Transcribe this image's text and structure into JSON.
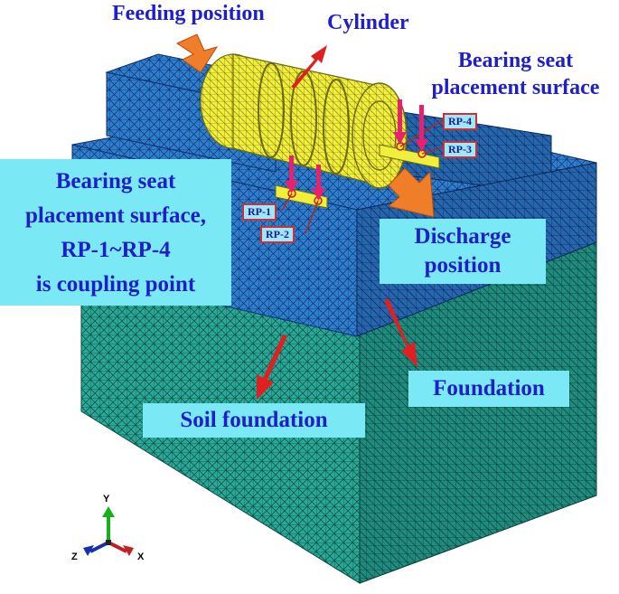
{
  "labels": {
    "feeding_position": "Feeding position",
    "cylinder": "Cylinder",
    "bearing_seat_right_line1": "Bearing seat",
    "bearing_seat_right_line2": "placement surface",
    "bearing_seat_left_line1": "Bearing seat",
    "bearing_seat_left_line2": "placement surface,",
    "bearing_seat_left_line3": "RP-1~RP-4",
    "bearing_seat_left_line4": "is coupling point",
    "discharge_line1": "Discharge",
    "discharge_line2": "position",
    "foundation": "Foundation",
    "soil_foundation": "Soil foundation"
  },
  "reference_points": {
    "rp1": "RP-1",
    "rp2": "RP-2",
    "rp3": "RP-3",
    "rp4": "RP-4"
  },
  "axes": {
    "y": "Y",
    "x": "X",
    "z": "Z"
  },
  "colors": {
    "label_text": "#1f1fc8",
    "label_box": "#7ae8f5",
    "soil_mesh": "#2aa898",
    "foundation_mesh": "#2f7fcf",
    "cylinder": "#f2ee3c",
    "arrow_red": "#e02020",
    "arrow_orange": "#f07d28",
    "load_arrow": "#e8206e"
  }
}
